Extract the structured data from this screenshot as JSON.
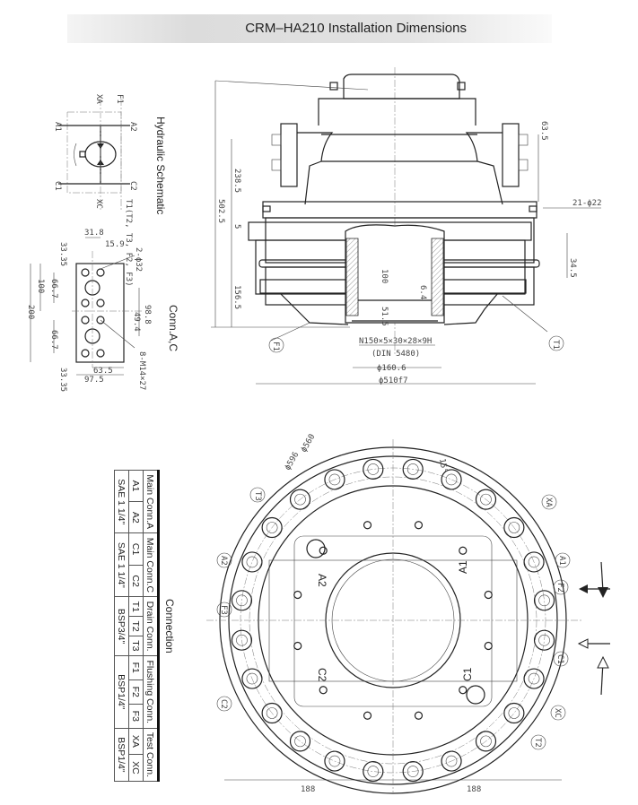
{
  "header": {
    "title": "CRM–HA210 Installation Dimensions"
  },
  "hydraulic_schematic": {
    "label": "Hydraulic Schematic",
    "ports": [
      "XA",
      "F1",
      "A1",
      "A2",
      "C1",
      "C2",
      "XC",
      "T1(T2, T3, F2, F3)"
    ]
  },
  "conn_ac": {
    "label": "Conn.A,C",
    "dims": [
      "31.8",
      "15.9",
      "33.35",
      "2-ϕ32",
      "66.7",
      "100",
      "200",
      "98.8",
      "49.4",
      "66.7",
      "8-M14×27",
      "33.35",
      "63.5",
      "97.5"
    ]
  },
  "side_view": {
    "dims": [
      "238.5",
      "502.5",
      "5",
      "156.5",
      "63.5",
      "21-ϕ22",
      "34.5",
      "100",
      "6.4",
      "51.5",
      "N150×5×30×28×9H",
      "(DIN 5480)",
      "ϕ160.6",
      "ϕ510f7"
    ],
    "callouts": [
      "F1",
      "T1"
    ]
  },
  "connection": {
    "label": "Connection",
    "groups": [
      {
        "name": "Main Conn.A",
        "ports": [
          "A1",
          "A2"
        ],
        "thread": "SAE 1 1/4\""
      },
      {
        "name": "Main Conn.C",
        "ports": [
          "C1",
          "C2"
        ],
        "thread": "SAE 1 1/4\""
      },
      {
        "name": "Drain Conn.",
        "ports": [
          "T1",
          "T2",
          "T3"
        ],
        "thread": "BSP3/4\""
      },
      {
        "name": "Flushing Conn.",
        "ports": [
          "F1",
          "F2",
          "F3"
        ],
        "thread": "BSP1/4\""
      },
      {
        "name": "Test Conn.",
        "ports": [
          "XA",
          "XC"
        ],
        "thread": "BSP1/4\""
      }
    ]
  },
  "bottom_view": {
    "dims": [
      "ϕ596",
      "ϕ560",
      "15°",
      "188",
      "188"
    ],
    "callouts": [
      "T3",
      "XA",
      "A2",
      "A1",
      "F2",
      "F3",
      "C2",
      "C1",
      "XC",
      "T2"
    ],
    "port_marks": [
      "A2",
      "A1",
      "C2",
      "C1"
    ]
  }
}
